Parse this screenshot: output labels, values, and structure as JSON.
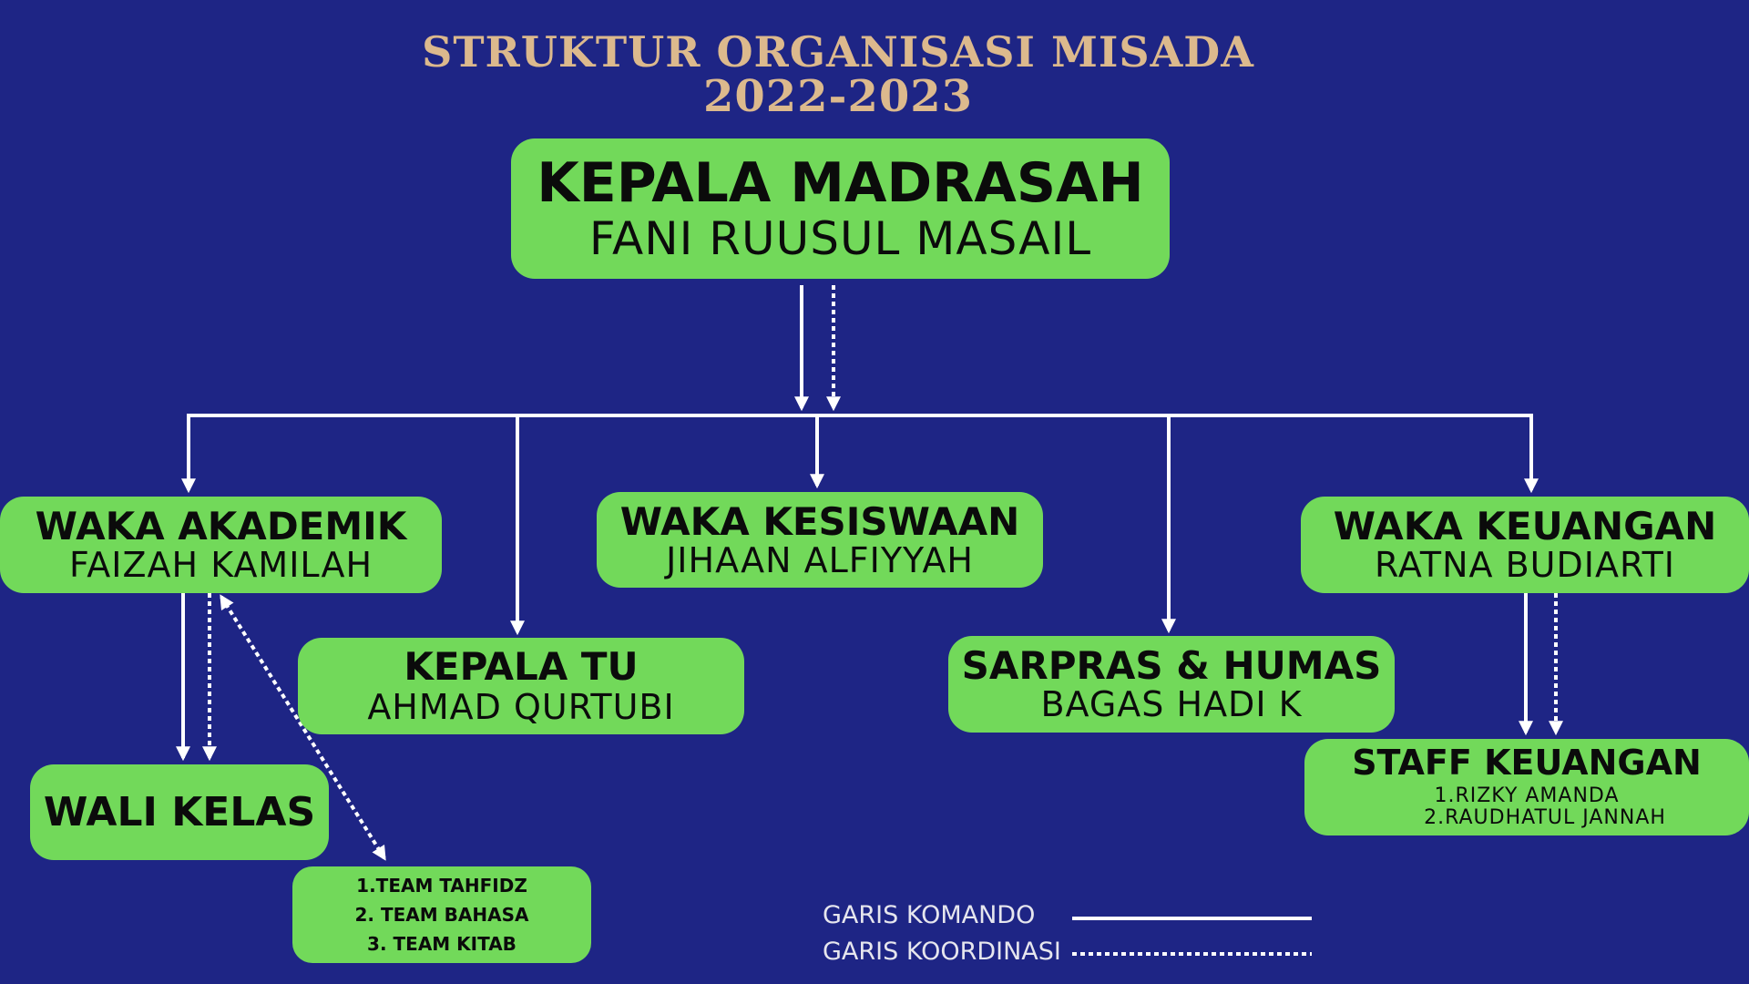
{
  "title": {
    "line1": "STRUKTUR ORGANISASI MISADA",
    "line2": "2022-2023"
  },
  "colors": {
    "background": "#1e2585",
    "box": "#72d95a",
    "title": "#dcb98d",
    "line": "#ffffff"
  },
  "nodes": {
    "kepala_madrasah": {
      "role": "KEPALA MADRASAH",
      "name": "FANI RUUSUL MASAIL"
    },
    "waka_akademik": {
      "role": "WAKA AKADEMIK",
      "name": "FAIZAH KAMILAH"
    },
    "waka_kesiswaan": {
      "role": "WAKA KESISWAAN",
      "name": "JIHAAN ALFIYYAH"
    },
    "waka_keuangan": {
      "role": "WAKA KEUANGAN",
      "name": "RATNA BUDIARTI"
    },
    "kepala_tu": {
      "role": "KEPALA TU",
      "name": "AHMAD QURTUBI"
    },
    "sarpras_humas": {
      "role": "SARPRAS & HUMAS",
      "name": "BAGAS HADI K"
    },
    "wali_kelas": {
      "role": "WALI KELAS"
    },
    "staff_keuangan": {
      "role": "STAFF KEUANGAN",
      "members": [
        "1.RIZKY AMANDA",
        "2.RAUDHATUL JANNAH"
      ]
    },
    "teams": {
      "members": [
        "1.TEAM TAHFIDZ",
        "2. TEAM BAHASA",
        "3. TEAM KITAB"
      ]
    }
  },
  "legend": {
    "komando": "GARIS KOMANDO",
    "koordinasi": "GARIS KOORDINASI"
  }
}
